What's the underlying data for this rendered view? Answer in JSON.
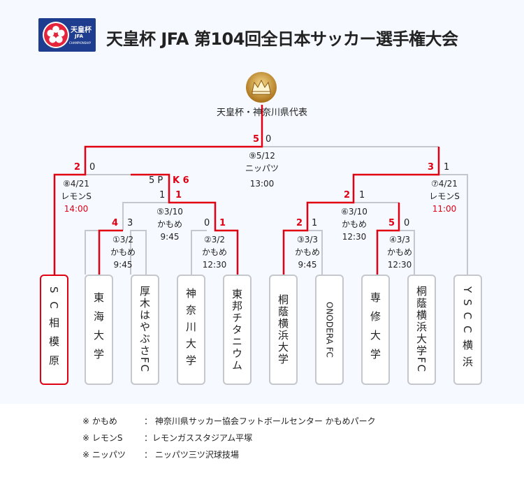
{
  "header": {
    "emblem_line1": "天皇杯",
    "emblem_line2": "JFA",
    "emblem_line3": "CHAMPIONSHIP",
    "title": "天皇杯 JFA 第104回全日本サッカー選手権大会"
  },
  "champion_label": "天皇杯・神奈川県代表",
  "teams": [
    {
      "name": "SC相模原",
      "winner": true
    },
    {
      "name": "東海大学",
      "winner": false
    },
    {
      "name": "厚木はやぶさFC",
      "winner": false
    },
    {
      "name": "神奈川大学",
      "winner": false
    },
    {
      "name": "東邦チタニウム",
      "winner": false
    },
    {
      "name": "桐蔭横浜大学",
      "winner": false
    },
    {
      "name": "ONODERA FC",
      "winner": false
    },
    {
      "name": "専修大学",
      "winner": false
    },
    {
      "name": "桐蔭横浜大学FC",
      "winner": false
    },
    {
      "name": "YSCC横浜",
      "winner": false
    }
  ],
  "matches": {
    "m1": {
      "info": "①3/2",
      "venue": "かもめ",
      "time": "9:45",
      "score_left": "4",
      "score_right": "3"
    },
    "m2": {
      "info": "②3/2",
      "venue": "かもめ",
      "time": "12:30",
      "score_left": "0",
      "score_right": "1"
    },
    "m3": {
      "info": "③3/3",
      "venue": "かもめ",
      "time": "9:45",
      "score_left": "2",
      "score_right": "1"
    },
    "m4": {
      "info": "④3/3",
      "venue": "かもめ",
      "time": "12:30",
      "score_left": "5",
      "score_right": "0"
    },
    "m5": {
      "info": "⑤3/10",
      "venue": "かもめ",
      "time": "9:45",
      "score_left": "1",
      "score_right": "1",
      "pk_left": "5 P",
      "pk_right": "K 6"
    },
    "m6": {
      "info": "⑥3/10",
      "venue": "かもめ",
      "time": "12:30",
      "score_left": "2",
      "score_right": "1"
    },
    "m7": {
      "info": "⑦4/21",
      "venue": "レモンS",
      "time": "11:00",
      "score_left": "3",
      "score_right": "1"
    },
    "m8": {
      "info": "⑧4/21",
      "venue": "レモンS",
      "time": "14:00",
      "score_left": "2",
      "score_right": "0"
    },
    "m9": {
      "info": "⑨5/12",
      "venue": "ニッパツ",
      "time": "13:00",
      "score_left": "5",
      "score_right": "0"
    }
  },
  "notes": [
    {
      "key": "※ かもめ",
      "value": "： 神奈川県サッカー協会フットボールセンター かもめパーク"
    },
    {
      "key": "※ レモンS",
      "value": "：レモンガススタジアム平塚"
    },
    {
      "key": "※ ニッパツ",
      "value": "： ニッパツ三ツ沢球技場"
    }
  ],
  "colors": {
    "win_line": "#e00012",
    "lose_line": "#c4c7cc",
    "title_bg": "#f6f9ff"
  }
}
